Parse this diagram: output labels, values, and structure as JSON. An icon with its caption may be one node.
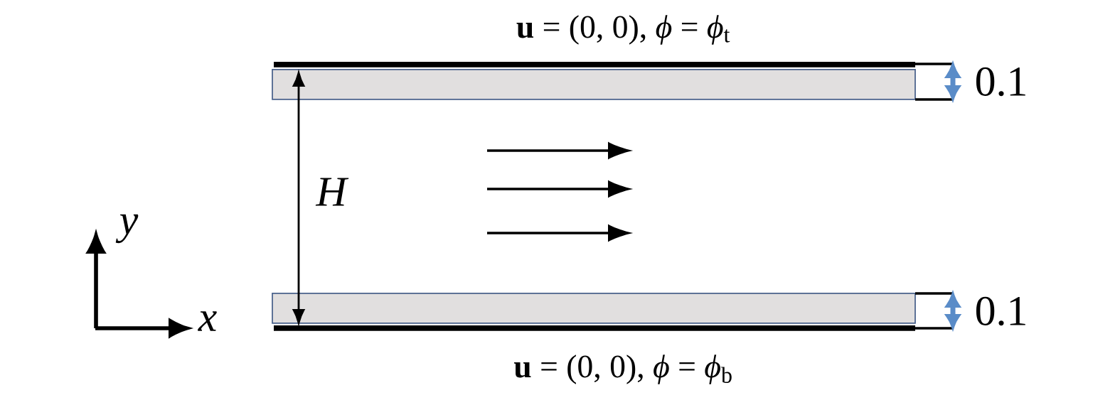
{
  "diagram": {
    "labels": [
      "**u** = (0, 0), *ϕ* = *ϕ*$_{t}$",
      "0.1",
      "H",
      "y",
      "0.1",
      "x",
      "**u** = (0, 0), *ϕ* = *ϕ*$_{b}$"
    ]
  }
}
